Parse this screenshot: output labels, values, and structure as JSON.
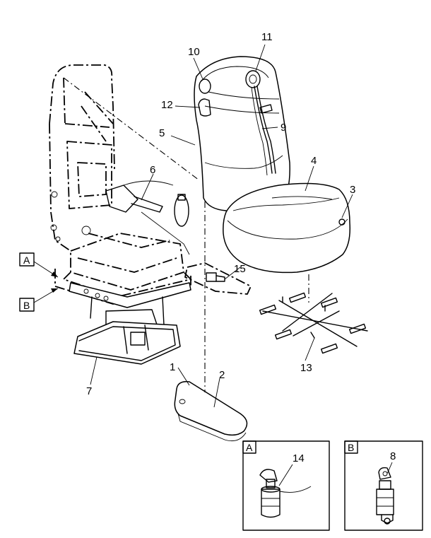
{
  "callouts": {
    "c1": "1",
    "c2": "2",
    "c3": "3",
    "c4": "4",
    "c5": "5",
    "c6": "6",
    "c7": "7",
    "c8": "8",
    "c9": "9",
    "c10": "10",
    "c11": "11",
    "c12": "12",
    "c13": "13",
    "c14": "14",
    "c15": "15"
  },
  "view_markers": {
    "a": "A",
    "b": "B"
  },
  "detail_boxes": {
    "a_label": "A",
    "b_label": "B"
  }
}
